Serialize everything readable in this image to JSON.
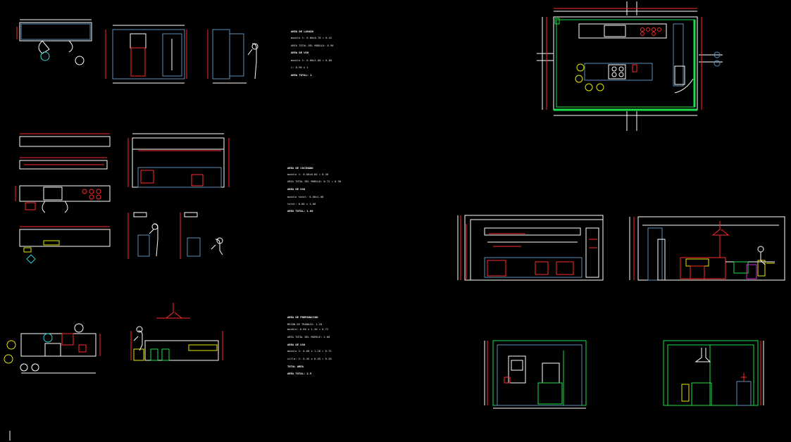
{
  "canvas": {
    "background": "#000000"
  },
  "colors": {
    "white": "#ffffff",
    "red": "#ff2a2a",
    "green": "#19e04a",
    "blue_gray": "#5a8fb8",
    "yellow": "#e6e600",
    "cyan": "#2ad4d4"
  },
  "notes": [
    {
      "lines": [
        "AREA DE LAVADO",
        "modulo 1: 0.60x0.70 = 0.42",
        "AREA TOTAL DEL MODULO: 0.90",
        "AREA DE USO",
        "modulo 1: 0.60x1.00 = 0.60",
        "1: 0.90 x 1",
        "AREA TOTAL: 1"
      ]
    },
    {
      "lines": [
        "AREA DE COCINADO",
        "modulo 1: 0.60x0.60 = 0.36",
        "AREA TOTAL DEL MODULO: 0.72 = 0.36",
        "AREA DE USO",
        "modulo total: 0.60x1.00",
        "total: 0.60 x 1.00",
        "AREA TOTAL: 1.00"
      ]
    },
    {
      "lines": [
        "AREA DE PREPARACION",
        "MESON DE TRABAJO: 1.20",
        "mueble: 0.60 x 1.20 = 0.72",
        "AREA TOTAL DEL MUEBLE: 2.00",
        "AREA DE USO",
        "modulo 1: 0.60 x 1.20 = 0.72",
        "silla: 1: 0.45 x 0.45 = 0.20",
        "TOTAL AREA",
        "AREA TOTAL: 2.5"
      ]
    }
  ]
}
